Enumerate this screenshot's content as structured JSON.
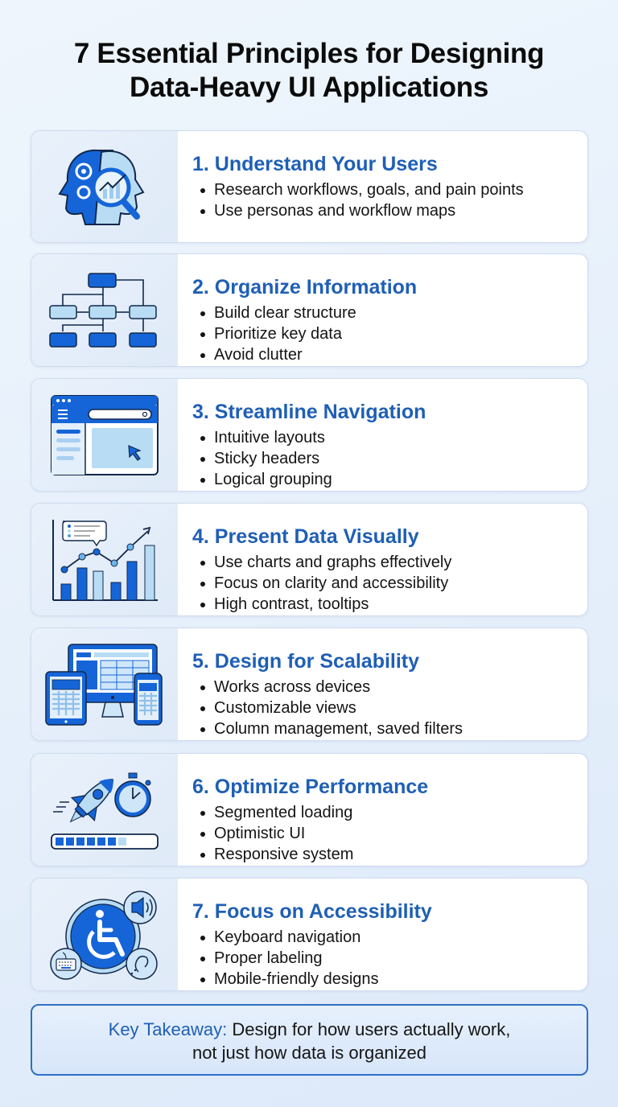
{
  "title": {
    "line1": "7 Essential Principles for Designing",
    "line2": "Data-Heavy UI Applications"
  },
  "principles": [
    {
      "heading": "1. Understand Your Users",
      "icon": "heads-magnifier-icon",
      "bullets": [
        "Research workflows, goals, and pain points",
        "Use personas and workflow maps"
      ]
    },
    {
      "heading": "2. Organize Information",
      "icon": "flowchart-icon",
      "bullets": [
        "Build clear structure",
        "Prioritize key data",
        "Avoid clutter"
      ]
    },
    {
      "heading": "3. Streamline Navigation",
      "icon": "browser-window-icon",
      "bullets": [
        "Intuitive layouts",
        "Sticky headers",
        "Logical grouping"
      ]
    },
    {
      "heading": "4. Present Data Visually",
      "icon": "bar-line-chart-icon",
      "bullets": [
        "Use charts and graphs effectively",
        "Focus on clarity and accessibility",
        "High contrast, tooltips"
      ]
    },
    {
      "heading": "5. Design for Scalability",
      "icon": "multi-device-icon",
      "bullets": [
        "Works across devices",
        "Customizable views",
        "Column management, saved filters"
      ]
    },
    {
      "heading": "6. Optimize Performance",
      "icon": "rocket-stopwatch-icon",
      "bullets": [
        "Segmented loading",
        "Optimistic UI",
        "Responsive system"
      ]
    },
    {
      "heading": "7. Focus on Accessibility",
      "icon": "accessibility-icon",
      "bullets": [
        "Keyboard navigation",
        "Proper labeling",
        "Mobile-friendly designs"
      ]
    }
  ],
  "takeaway": {
    "label": "Key Takeaway:",
    "text_line1": " Design for how users actually work,",
    "text_line2": "not just how data is organized"
  },
  "colors": {
    "accent": "#1f5fb5",
    "icon_dark": "#1565d8",
    "icon_light": "#b9dcf5",
    "border": "#cfdcee"
  }
}
